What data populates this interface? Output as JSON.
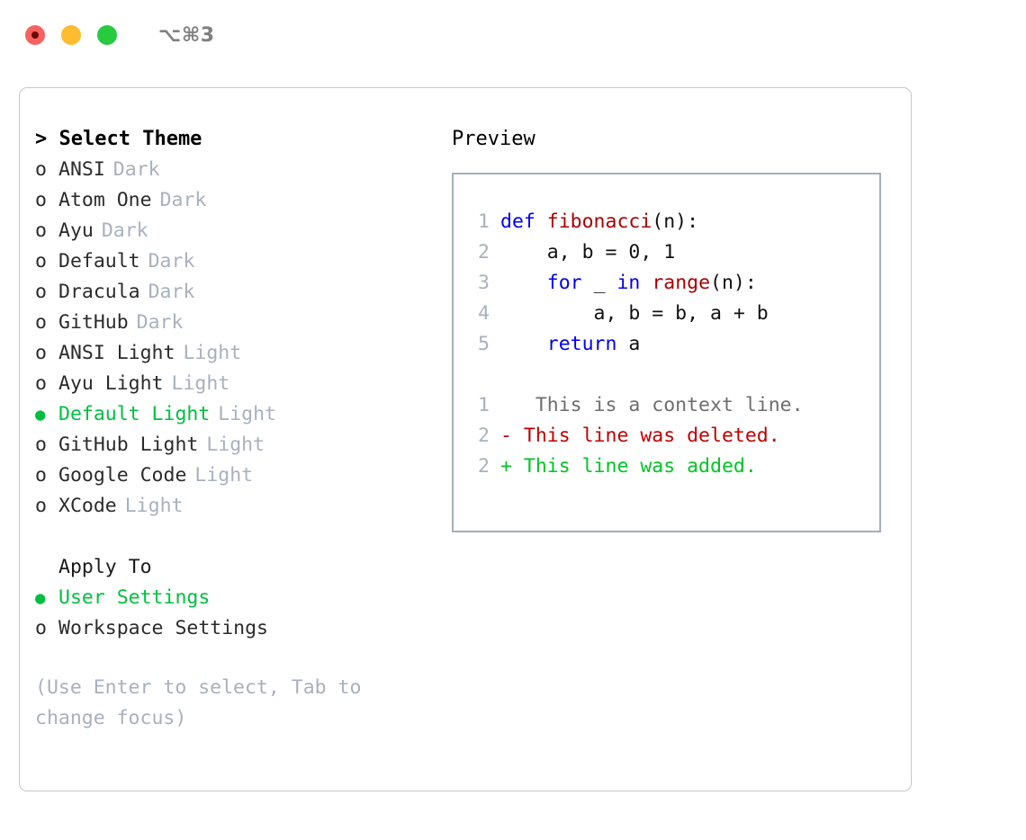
{
  "titlebar": {
    "shortcut": "⌥⌘3",
    "buttons": [
      {
        "name": "close",
        "color": "#f9625f"
      },
      {
        "name": "minimize",
        "color": "#febc2e"
      },
      {
        "name": "maximize",
        "color": "#29c940"
      }
    ]
  },
  "theme_picker": {
    "heading": "> Select Theme",
    "selected_marker": "●",
    "unselected_marker": "o",
    "items": [
      {
        "name": "ANSI",
        "tag": "Dark",
        "selected": false
      },
      {
        "name": "Atom One",
        "tag": "Dark",
        "selected": false
      },
      {
        "name": "Ayu",
        "tag": "Dark",
        "selected": false
      },
      {
        "name": "Default",
        "tag": "Dark",
        "selected": false
      },
      {
        "name": "Dracula",
        "tag": "Dark",
        "selected": false
      },
      {
        "name": "GitHub",
        "tag": "Dark",
        "selected": false
      },
      {
        "name": "ANSI Light",
        "tag": "Light",
        "selected": false
      },
      {
        "name": "Ayu Light",
        "tag": "Light",
        "selected": false
      },
      {
        "name": "Default Light",
        "tag": "Light",
        "selected": true
      },
      {
        "name": "GitHub Light",
        "tag": "Light",
        "selected": false
      },
      {
        "name": "Google Code",
        "tag": "Light",
        "selected": false
      },
      {
        "name": "XCode",
        "tag": "Light",
        "selected": false
      }
    ]
  },
  "apply_to": {
    "heading": "Apply To",
    "options": [
      {
        "label": "User Settings",
        "selected": true
      },
      {
        "label": "Workspace Settings",
        "selected": false
      }
    ]
  },
  "hint": "(Use Enter to select, Tab to change focus)",
  "preview": {
    "title": "Preview",
    "code_lines": [
      {
        "no": "1",
        "tokens": [
          {
            "t": "def ",
            "c": "kw"
          },
          {
            "t": "fibonacci",
            "c": "fn"
          },
          {
            "t": "(n):",
            "c": "plain"
          }
        ]
      },
      {
        "no": "2",
        "tokens": [
          {
            "t": "    a, b = 0, 1",
            "c": "plain"
          }
        ]
      },
      {
        "no": "3",
        "tokens": [
          {
            "t": "    ",
            "c": "plain"
          },
          {
            "t": "for",
            "c": "kw"
          },
          {
            "t": " _ ",
            "c": "plain"
          },
          {
            "t": "in",
            "c": "kw"
          },
          {
            "t": " ",
            "c": "plain"
          },
          {
            "t": "range",
            "c": "fn"
          },
          {
            "t": "(n):",
            "c": "plain"
          }
        ]
      },
      {
        "no": "4",
        "tokens": [
          {
            "t": "        a, b = b, a + b",
            "c": "plain"
          }
        ]
      },
      {
        "no": "5",
        "tokens": [
          {
            "t": "    ",
            "c": "plain"
          },
          {
            "t": "return",
            "c": "kw"
          },
          {
            "t": " a",
            "c": "plain"
          }
        ]
      }
    ],
    "diff_lines": [
      {
        "no": "1",
        "sign": " ",
        "text": "  This is a context line.",
        "kind": "ctx"
      },
      {
        "no": "2",
        "sign": "-",
        "text": " This line was deleted.",
        "kind": "del"
      },
      {
        "no": "2",
        "sign": "+",
        "text": " This line was added.",
        "kind": "add"
      }
    ]
  },
  "colors": {
    "accent_green": "#00bf3f",
    "muted_gray": "#a9b1bd",
    "keyword_blue": "#0000e8",
    "function_red": "#a80000",
    "diff_delete": "#c00000",
    "diff_add": "#00c424",
    "panel_border": "#c2c9d3",
    "preview_border": "#a4aebd"
  }
}
